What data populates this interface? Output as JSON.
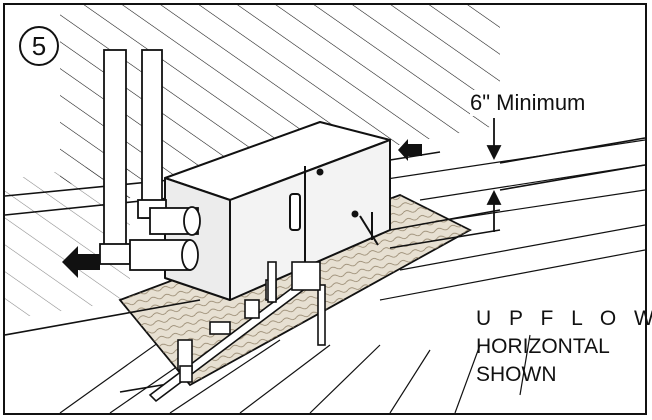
{
  "figure": {
    "step_number": "5",
    "clearance_label": "6\" Minimum",
    "caption": [
      "U P F L O W /",
      "HORIZONTAL",
      "SHOWN"
    ]
  },
  "colors": {
    "ink": "#111111",
    "wood": "#e7e0d2",
    "cabinet": "#f3f3f3",
    "background": "#ffffff"
  },
  "icons": {
    "airflow_in": "arrow-left-icon",
    "airflow_out": "arrow-left-icon",
    "clearance": "arrow-down-icon"
  }
}
